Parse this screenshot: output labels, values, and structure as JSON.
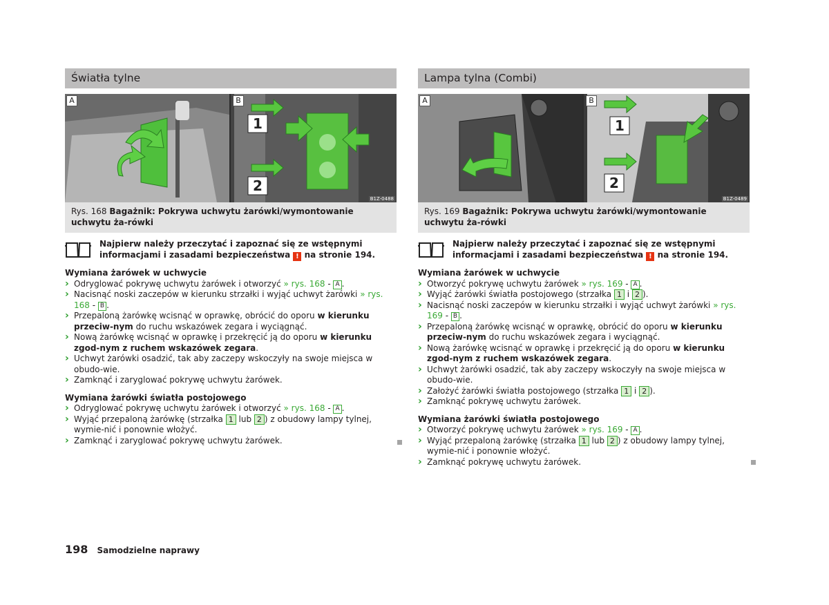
{
  "left": {
    "heading": "Światła tylne",
    "panel_a": "A",
    "panel_b": "B",
    "fig_code": "B1Z-0488",
    "caption_label": "Rys. 168",
    "caption_text": "Bagażnik: Pokrywa uchwytu żarówki/wymontowanie uchwytu ża-rówki",
    "note_a": "Najpierw należy przeczytać i zapoznać się ze wstępnymi informacjami i zasadami bezpieczeństwa",
    "note_b": "na stronie 194.",
    "sub1": "Wymiana żarówek w uchwycie",
    "s1_1a": "Odryglować pokrywę uchwytu żarówek i otworzyć",
    "s1_1ref": "» rys. 168",
    "s1_1box": "A",
    "s1_2a": "Nacisnąć noski zaczepów w kierunku strzałki i wyjąć uchwyt żarówki",
    "s1_2ref": "» rys. 168",
    "s1_2box": "B",
    "s1_3a": "Przepaloną żarówkę wcisnąć w oprawkę, obrócić do oporu",
    "s1_3b": "w kierunku przeciw-nym",
    "s1_3c": "do ruchu wskazówek zegara i wyciągnąć.",
    "s1_4a": "Nową żarówkę wcisnąć w oprawkę i przekręcić ją do oporu",
    "s1_4b": "w kierunku zgod-nym z ruchem wskazówek zegara",
    "s1_5": "Uchwyt żarówki osadzić, tak aby zaczepy wskoczyły na swoje miejsca w obudo-wie.",
    "s1_6": "Zamknąć i zaryglować pokrywę uchwytu żarówek.",
    "sub2": "Wymiana żarówki światła postojowego",
    "s2_1a": "Odryglować pokrywę uchwytu żarówek i otworzyć",
    "s2_1ref": "» rys. 168",
    "s2_1box": "A",
    "s2_2a": "Wyjąć przepaloną żarówkę (strzałka",
    "s2_2n1": "1",
    "s2_2b": "lub",
    "s2_2n2": "2",
    "s2_2c": ") z obudowy lampy tylnej, wymie-nić i ponownie włożyć.",
    "s2_3": "Zamknąć i zaryglować pokrywę uchwytu żarówek."
  },
  "right": {
    "heading": "Lampa tylna (Combi)",
    "panel_a": "A",
    "panel_b": "B",
    "fig_code": "B1Z-0489",
    "caption_label": "Rys. 169",
    "caption_text": "Bagażnik: Pokrywa uchwytu żarówki/wymontowanie uchwytu ża-rówki",
    "note_a": "Najpierw należy przeczytać i zapoznać się ze wstępnymi informacjami i zasadami bezpieczeństwa",
    "note_b": "na stronie 194.",
    "sub1": "Wymiana żarówek w uchwycie",
    "s1_1a": "Otworzyć pokrywę uchwytu żarówek",
    "s1_1ref": "» rys. 169",
    "s1_1box": "A",
    "s1_2a": "Wyjąć żarówki światła postojowego (strzałka",
    "s1_2n1": "1",
    "s1_2b": "i",
    "s1_2n2": "2",
    "s1_2c": ").",
    "s1_3a": "Nacisnąć noski zaczepów w kierunku strzałki i wyjąć uchwyt żarówki",
    "s1_3ref": "» rys. 169",
    "s1_3box": "B",
    "s1_4a": "Przepaloną żarówkę wcisnąć w oprawkę, obrócić do oporu",
    "s1_4b": "w kierunku przeciw-nym",
    "s1_4c": "do ruchu wskazówek zegara i wyciągnąć.",
    "s1_5a": "Nową żarówkę wcisnąć w oprawkę i przekręcić ją do oporu",
    "s1_5b": "w kierunku zgod-nym z ruchem wskazówek zegara",
    "s1_6": "Uchwyt żarówki osadzić, tak aby zaczepy wskoczyły na swoje miejsca w obudo-wie.",
    "s1_7a": "Założyć żarówki światła postojowego (strzałka",
    "s1_7n1": "1",
    "s1_7b": "i",
    "s1_7n2": "2",
    "s1_7c": ").",
    "s1_8": "Zamknąć pokrywę uchwytu żarówek.",
    "sub2": "Wymiana żarówki światła postojowego",
    "s2_1a": "Otworzyć pokrywę uchwytu żarówek",
    "s2_1ref": "» rys. 169",
    "s2_1box": "A",
    "s2_2a": "Wyjąć przepaloną żarówkę (strzałka",
    "s2_2n1": "1",
    "s2_2b": "lub",
    "s2_2n2": "2",
    "s2_2c": ") z obudowy lampy tylnej, wymie-nić i ponownie włożyć.",
    "s2_3": "Zamknąć pokrywę uchwytu żarówek."
  },
  "warn_symbol": "!",
  "footer": {
    "page_number": "198",
    "chapter": "Samodzielne naprawy"
  },
  "colors": {
    "accent_green": "#3aa935",
    "heading_bg": "#bdbcbc",
    "caption_bg": "#e3e3e3",
    "warning_red": "#e63312"
  },
  "icons": [
    "book-icon",
    "warning-icon",
    "end-mark-icon"
  ]
}
